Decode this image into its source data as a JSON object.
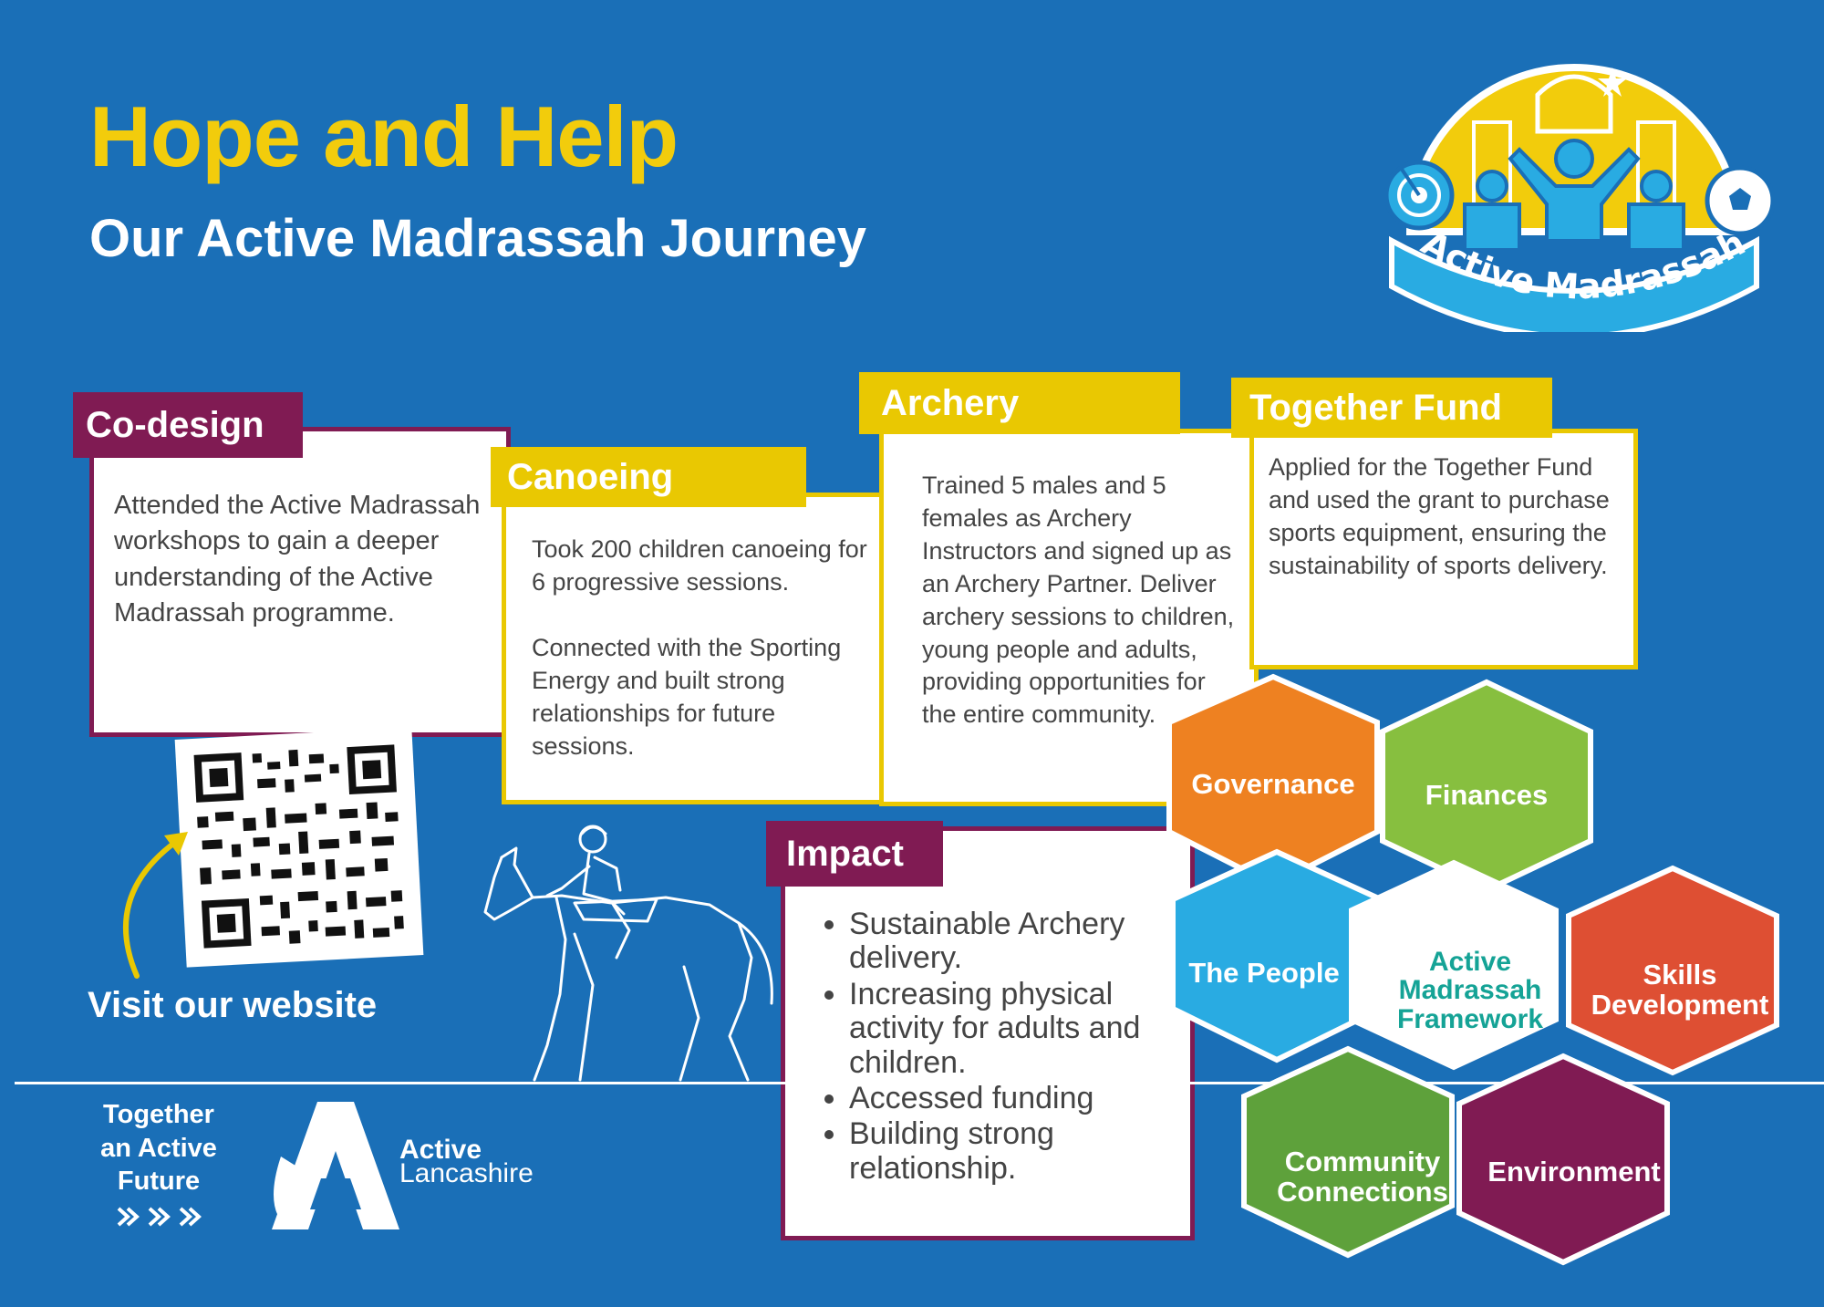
{
  "header": {
    "title": "Hope and Help",
    "subtitle": "Our Active Madrassah Journey"
  },
  "logo": {
    "text": "Active Madrassah"
  },
  "cards": {
    "codesign": {
      "title": "Co-design",
      "body": "Attended the Active Madrassah workshops to gain a deeper understanding of the Active Madrassah programme."
    },
    "canoeing": {
      "title": "Canoeing",
      "para1": "Took 200 children canoeing for 6 progressive sessions.",
      "para2": "Connected with the Sporting Energy and built strong relationships for future sessions."
    },
    "archery": {
      "title": "Archery",
      "body": "Trained 5 males and 5 females as Archery Instructors and signed up as an Archery Partner. Deliver archery sessions to children, young people and adults, providing opportunities for the entire community."
    },
    "together": {
      "title": "Together Fund",
      "body": "Applied for the Together Fund and used the grant to purchase sports equipment, ensuring the sustainability of sports delivery."
    },
    "impact": {
      "title": "Impact",
      "items": [
        "Sustainable Archery delivery.",
        "Increasing physical activity for adults and children.",
        "Accessed funding",
        "Building  strong relationship."
      ]
    }
  },
  "website": {
    "label": "Visit our website"
  },
  "framework": {
    "center": "Active Madrassah Framework",
    "items": {
      "governance": "Governance",
      "finances": "Finances",
      "people": "The People",
      "skills": "Skills Development",
      "community": "Community Connections",
      "environment": "Environment"
    }
  },
  "footer": {
    "tagline": [
      "Together",
      "an Active",
      "Future"
    ],
    "brand_line1": "Active",
    "brand_line2": "Lancashire"
  },
  "colors": {
    "background": "#1a6fb7",
    "yellow": "#e9c802",
    "purple": "#801b53",
    "orange": "#ee8121",
    "green": "#87bf3f",
    "lightblue": "#29abe2",
    "red": "#de4f33",
    "darkgreen": "#5ea13b",
    "teal": "#15a396"
  },
  "icons": [
    "qr-code-icon",
    "curved-arrow-icon",
    "horse-rider-illustration",
    "target-icon",
    "football-icon",
    "star-icon",
    "chevrons-icon",
    "active-lancashire-logo-icon"
  ]
}
